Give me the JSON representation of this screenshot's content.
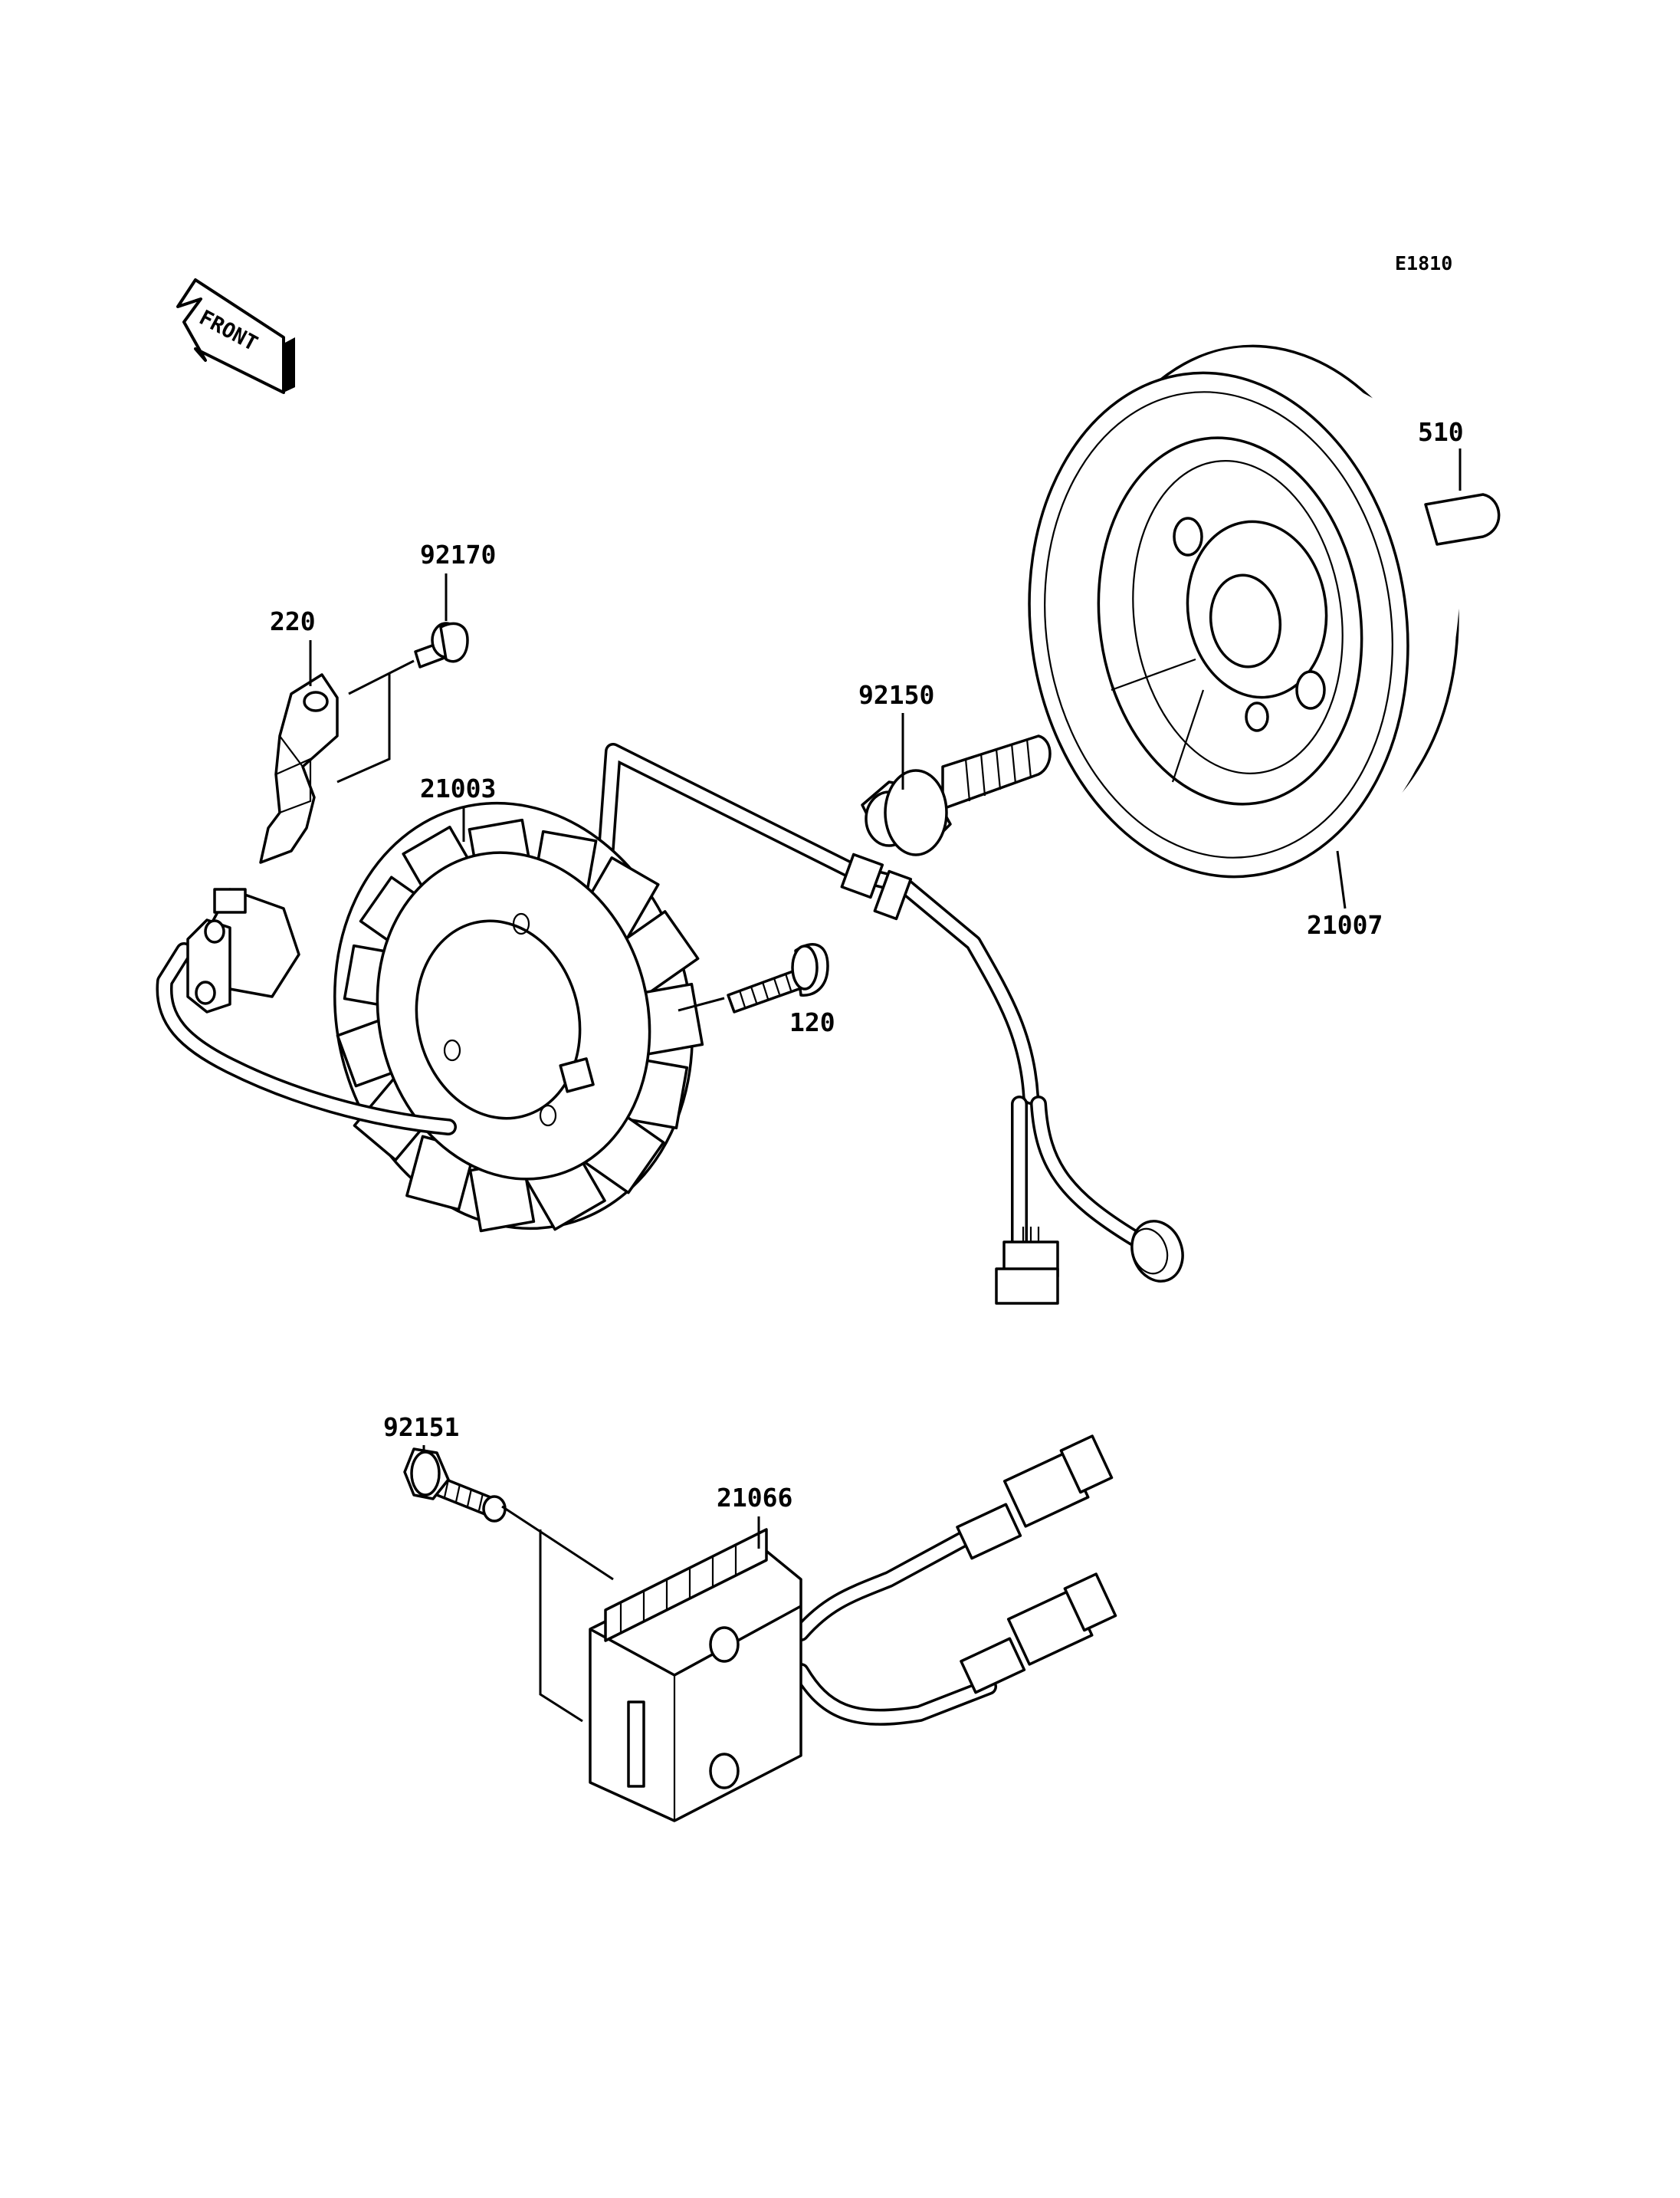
{
  "diagram": {
    "code": "E1810",
    "front_label": "FRONT",
    "parts": [
      {
        "id": "p510",
        "number": "510"
      },
      {
        "id": "p220",
        "number": "220"
      },
      {
        "id": "p92170",
        "number": "92170"
      },
      {
        "id": "p92150",
        "number": "92150"
      },
      {
        "id": "p21003",
        "number": "21003"
      },
      {
        "id": "p120",
        "number": "120"
      },
      {
        "id": "p21007",
        "number": "21007"
      },
      {
        "id": "p92151",
        "number": "92151"
      },
      {
        "id": "p21066",
        "number": "21066"
      }
    ]
  }
}
